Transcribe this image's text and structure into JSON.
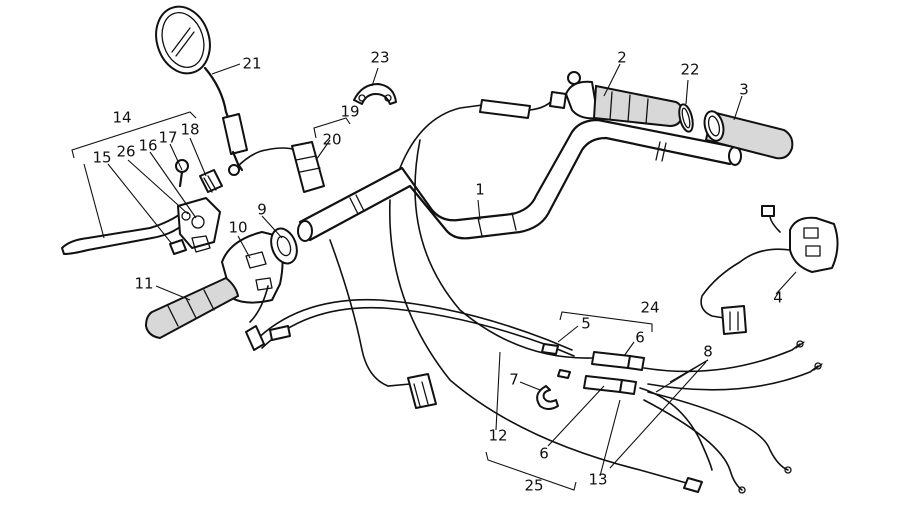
{
  "callouts": [
    {
      "id": "p1",
      "label": "1"
    },
    {
      "id": "p2",
      "label": "2"
    },
    {
      "id": "p3",
      "label": "3"
    },
    {
      "id": "p4",
      "label": "4"
    },
    {
      "id": "p5",
      "label": "5"
    },
    {
      "id": "p6a",
      "label": "6"
    },
    {
      "id": "p6b",
      "label": "6"
    },
    {
      "id": "p7",
      "label": "7"
    },
    {
      "id": "p8",
      "label": "8"
    },
    {
      "id": "p9",
      "label": "9"
    },
    {
      "id": "p10",
      "label": "10"
    },
    {
      "id": "p11",
      "label": "11"
    },
    {
      "id": "p12",
      "label": "12"
    },
    {
      "id": "p13",
      "label": "13"
    },
    {
      "id": "p14",
      "label": "14"
    },
    {
      "id": "p15",
      "label": "15"
    },
    {
      "id": "p16",
      "label": "16"
    },
    {
      "id": "p17",
      "label": "17"
    },
    {
      "id": "p18",
      "label": "18"
    },
    {
      "id": "p19",
      "label": "19"
    },
    {
      "id": "p20",
      "label": "20"
    },
    {
      "id": "p21",
      "label": "21"
    },
    {
      "id": "p22",
      "label": "22"
    },
    {
      "id": "p23",
      "label": "23"
    },
    {
      "id": "p24",
      "label": "24"
    },
    {
      "id": "p25",
      "label": "25"
    },
    {
      "id": "p26",
      "label": "26"
    }
  ]
}
